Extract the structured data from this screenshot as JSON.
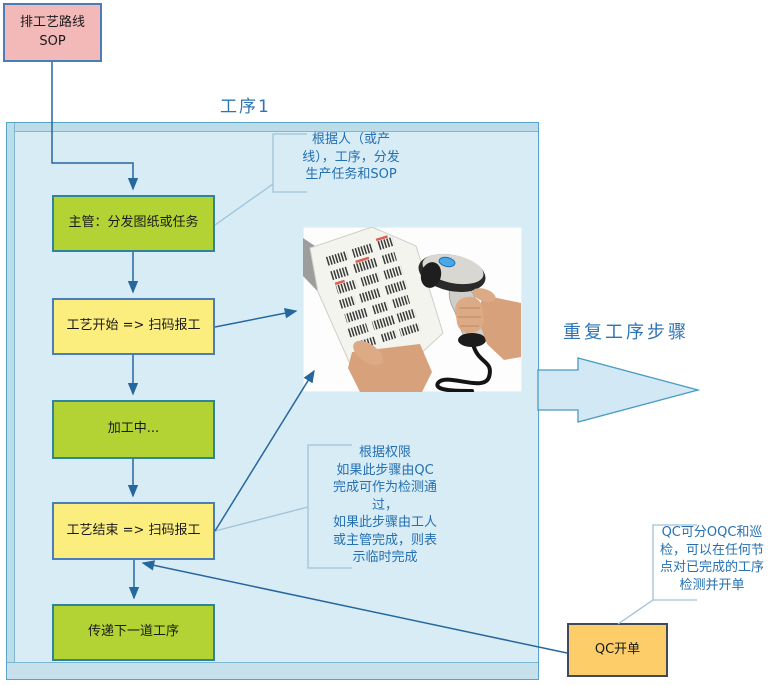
{
  "container": {
    "title": "工序1"
  },
  "flow": {
    "sop": "排工艺路线\nSOP",
    "supervisor": "主管：分发图纸或任务",
    "process_start": "工艺开始 => 扫码报工",
    "processing": "加工中...",
    "process_end": "工艺结束 => 扫码报工",
    "pass_next": "传递下一道工序",
    "qc_ticket": "QC开单"
  },
  "annotations": {
    "dispatch": "根据人（或产\n线），工序，分发\n生产任务和SOP",
    "permission": "根据权限\n如果此步骤由QC\n完成可作为检测通\n过，\n如果此步骤由工人\n或主管完成，则表\n示临时完成",
    "qc_note": "QC可分OQC和巡\n检，可以在任何节\n点对已完成的工序\n检测并开单"
  },
  "labels": {
    "repeat": "重复工序步骤"
  },
  "colors": {
    "container_fill": "#d8ecf5",
    "container_band": "#bddcea",
    "container_border": "#58a3c9",
    "pink_fill": "#f3b9b8",
    "green_fill": "#b3d234",
    "green_border": "#2f8499",
    "yellow_fill": "#fcee7e",
    "blue_border": "#4a7ebb",
    "orange_fill": "#fccd68",
    "orange_border": "#3f4a5a",
    "connector": "#26679e",
    "callout": "#9fc3d8",
    "note_text": "#2470b3",
    "title_text": "#2e74b5",
    "block_arrow_fill": "#d2e9f5"
  }
}
